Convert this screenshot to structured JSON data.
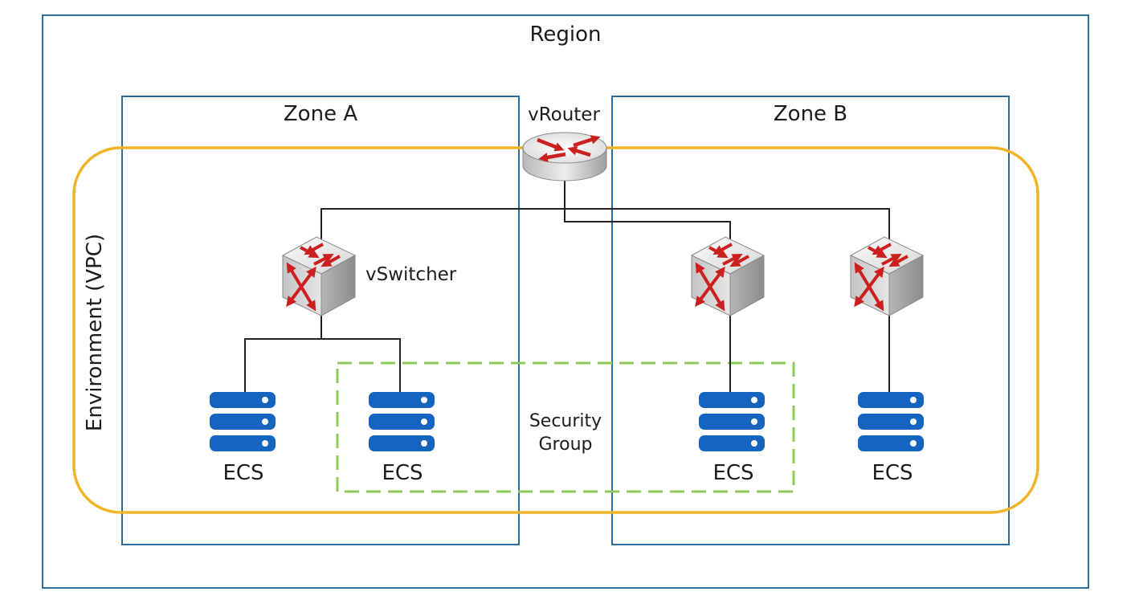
{
  "diagram": {
    "region_label": "Region",
    "zone_a_label": "Zone A",
    "zone_b_label": "Zone B",
    "vpc_label": "Environment (VPC)",
    "router_label": "vRouter",
    "switcher_label": "vSwitcher",
    "security_group_label": "Security Group",
    "ecs_labels": [
      "ECS",
      "ECS",
      "ECS",
      "ECS"
    ]
  },
  "colors": {
    "region_border": "#2d6e9e",
    "zone_border": "#2d6e9e",
    "vpc_border": "#f0b428",
    "security_group_border": "#8cc85a",
    "server_blue": "#1565c0",
    "arrow_red": "#cc1f1f",
    "line": "#222222"
  },
  "icons": {
    "router": "router-icon",
    "switch": "switch-icon",
    "server": "server-icon"
  }
}
